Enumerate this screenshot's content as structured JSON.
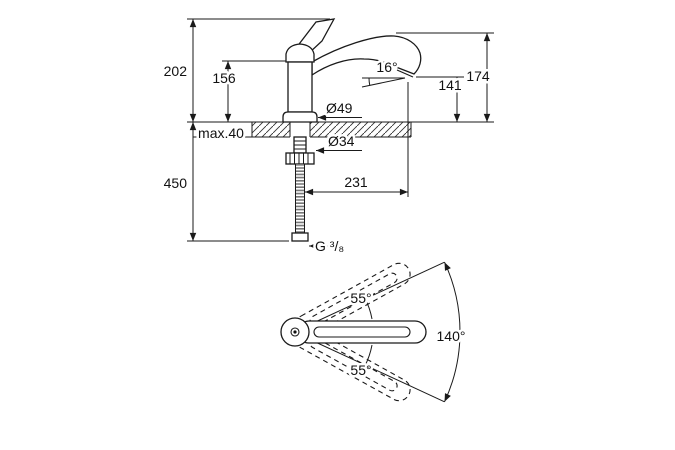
{
  "drawing": {
    "side_view": {
      "dim_height_total": "202",
      "dim_height_body": "156",
      "dim_counter_max": "max.40",
      "dim_hose_length": "450",
      "dim_body_dia": "Ø49",
      "dim_hole_dia": "Ø34",
      "dim_reach": "231",
      "dim_spout_height": "174",
      "dim_outlet_height": "141",
      "dim_spout_angle": "16°",
      "dim_thread": "G ³/₈"
    },
    "top_view": {
      "dim_swivel_up": "55°",
      "dim_swivel_down": "55°",
      "dim_swivel_total": "140°"
    }
  },
  "colors": {
    "line": "#1a1a1a",
    "background": "#ffffff"
  }
}
